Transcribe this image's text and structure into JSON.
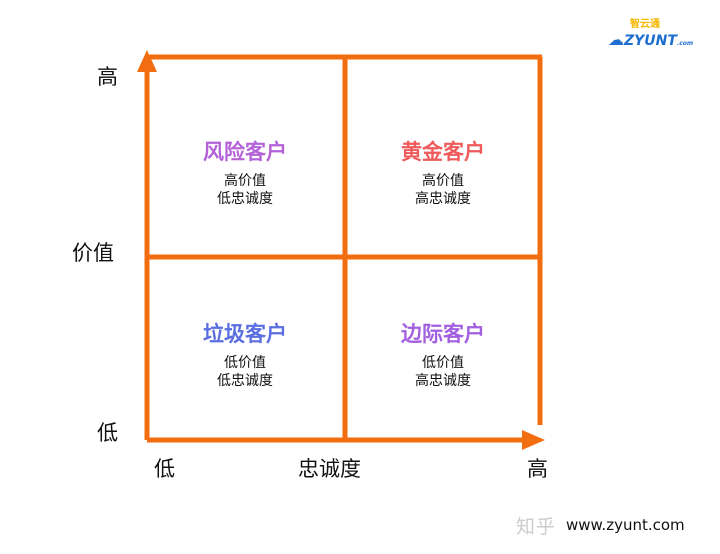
{
  "colors": {
    "grid": "#f26d0f",
    "risk": "#b462d8",
    "gold": "#ef5a5a",
    "junk": "#5b6fe0",
    "edge": "#a25fe0"
  },
  "y_axis": {
    "title": "价值",
    "high": "高",
    "low": "低"
  },
  "x_axis": {
    "title": "忠诚度",
    "high": "高",
    "low": "低"
  },
  "quadrants": [
    {
      "title": "风险客户",
      "lines": [
        "高价值",
        "低忠诚度"
      ]
    },
    {
      "title": "黄金客户",
      "lines": [
        "高价值",
        "高忠诚度"
      ]
    },
    {
      "title": "垃圾客户",
      "lines": [
        "低价值",
        "低忠诚度"
      ]
    },
    {
      "title": "边际客户",
      "lines": [
        "低价值",
        "高忠诚度"
      ]
    }
  ],
  "logo": {
    "cn": "智云通",
    "en": "ZYUNT",
    "suffix": ".com"
  },
  "footer": {
    "url": "www.zyunt.com",
    "watermark": "知乎"
  }
}
